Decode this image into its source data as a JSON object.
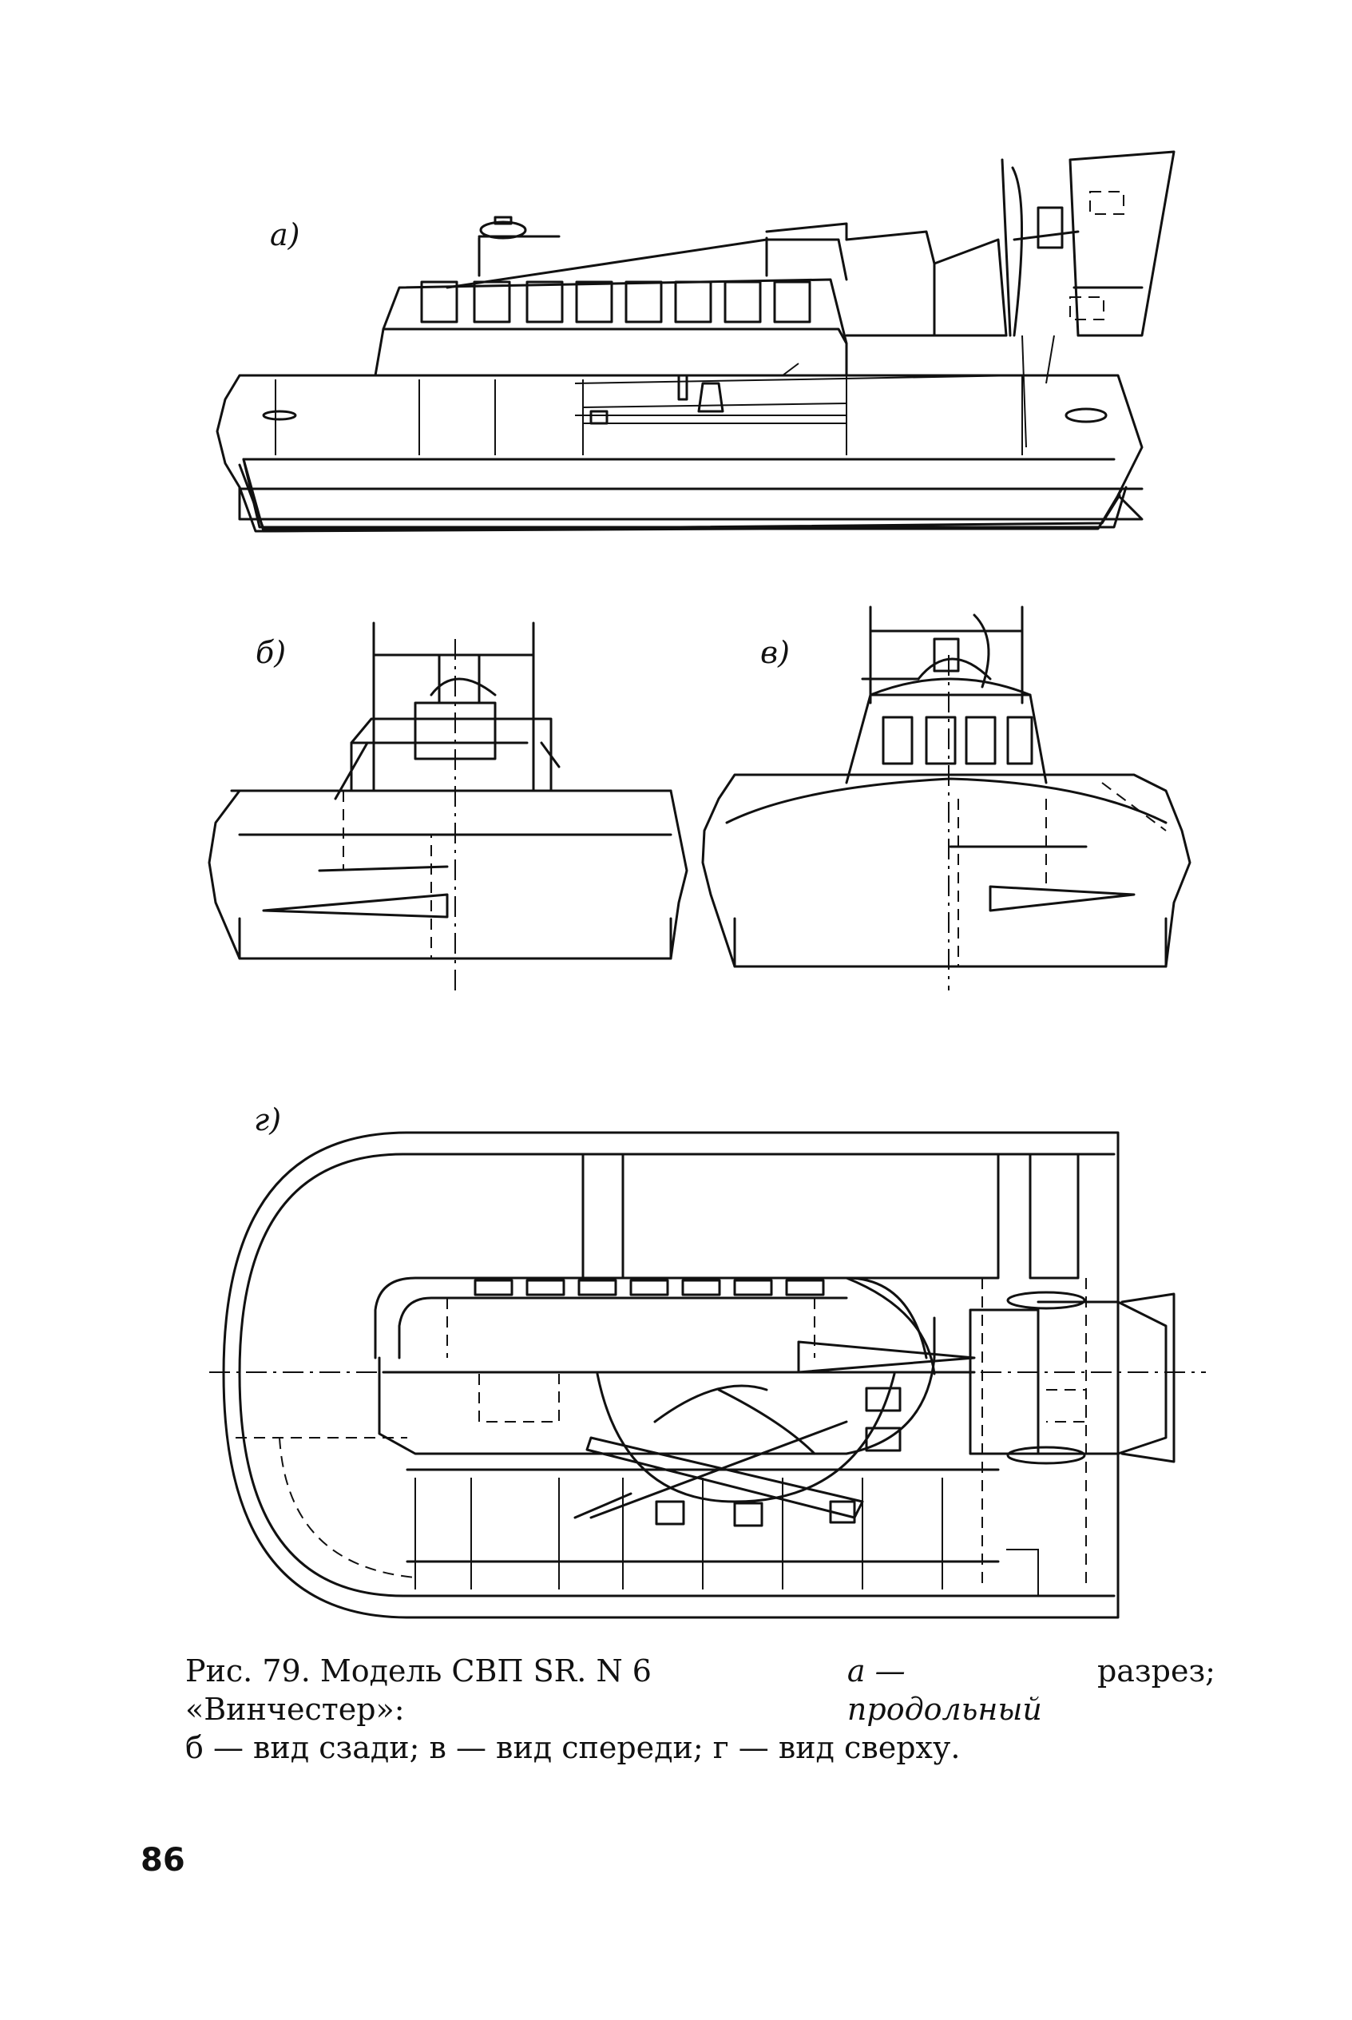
{
  "panels": {
    "a": {
      "label": "а)"
    },
    "b": {
      "label": "б)"
    },
    "v": {
      "label": "в)"
    },
    "g": {
      "label": "г)"
    }
  },
  "caption": {
    "figure": "Рис. 79. Модель СВП SR. N 6 «Винчестер»:",
    "part_a": "а — продольный",
    "part_a_tail": "разрез;",
    "line2": "б — вид сзади; в — вид спереди; г — вид сверху."
  },
  "page_number": "86"
}
